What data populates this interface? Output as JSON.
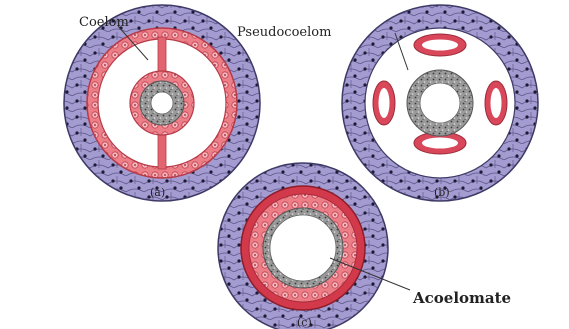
{
  "labels": {
    "coelom": "Coelom",
    "pseudocoelom": "Pseudocoelom",
    "acoelomate": "Acoelomate"
  },
  "captions": {
    "a": "(a)",
    "b": "(b)",
    "c": "(c)"
  },
  "colors": {
    "ectoderm": "#9c94c8",
    "ectoderm_border": "#3e3a66",
    "mesoderm": "#e2646e",
    "mesoderm_dark": "#b63a48",
    "gut": "#8a8a8a",
    "cavity": "#ffffff"
  }
}
